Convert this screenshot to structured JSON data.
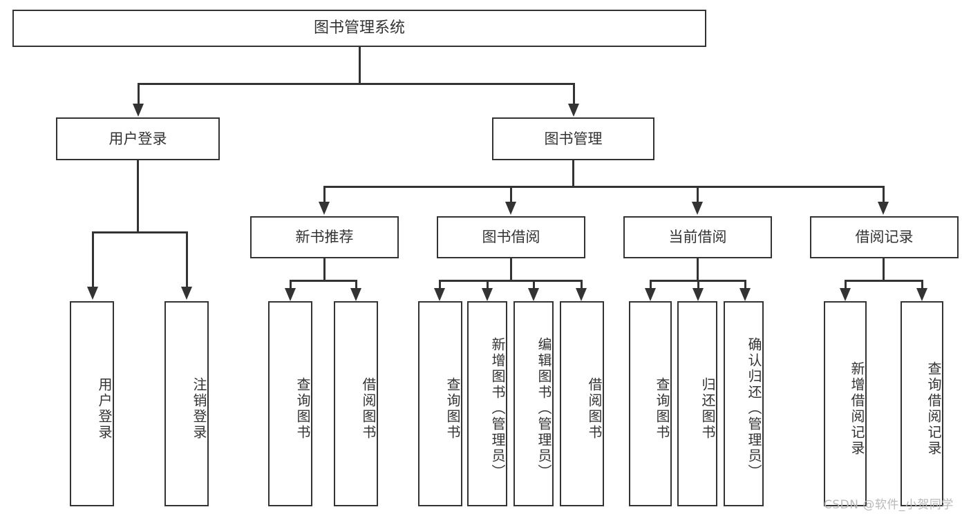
{
  "diagram": {
    "type": "tree",
    "title": "图书管理系统",
    "root": {
      "label": "图书管理系统"
    },
    "level1": [
      {
        "label": "用户登录"
      },
      {
        "label": "图书管理"
      }
    ],
    "level2": [
      {
        "label": "新书推荐"
      },
      {
        "label": "图书借阅"
      },
      {
        "label": "当前借阅"
      },
      {
        "label": "借阅记录"
      }
    ],
    "leaves": {
      "user_login": [
        {
          "label": "用户登录"
        },
        {
          "label": "注销登录"
        }
      ],
      "new_book_recommend": [
        {
          "label": "查询图书"
        },
        {
          "label": "借阅图书"
        }
      ],
      "book_borrow": [
        {
          "label": "查询图书"
        },
        {
          "label": "新增图书（管理员）"
        },
        {
          "label": "编辑图书（管理员）"
        },
        {
          "label": "借阅图书"
        }
      ],
      "current_borrow": [
        {
          "label": "查询图书"
        },
        {
          "label": "归还图书"
        },
        {
          "label": "确认归还（管理员）"
        }
      ],
      "borrow_record": [
        {
          "label": "新增借阅记录"
        },
        {
          "label": "查询借阅记录"
        }
      ]
    }
  },
  "watermark": {
    "text": "CSDN @软件_小贺同学"
  },
  "colors": {
    "stroke": "#333333",
    "background": "#ffffff",
    "text": "#333333",
    "watermark": "#b9b9b9"
  }
}
